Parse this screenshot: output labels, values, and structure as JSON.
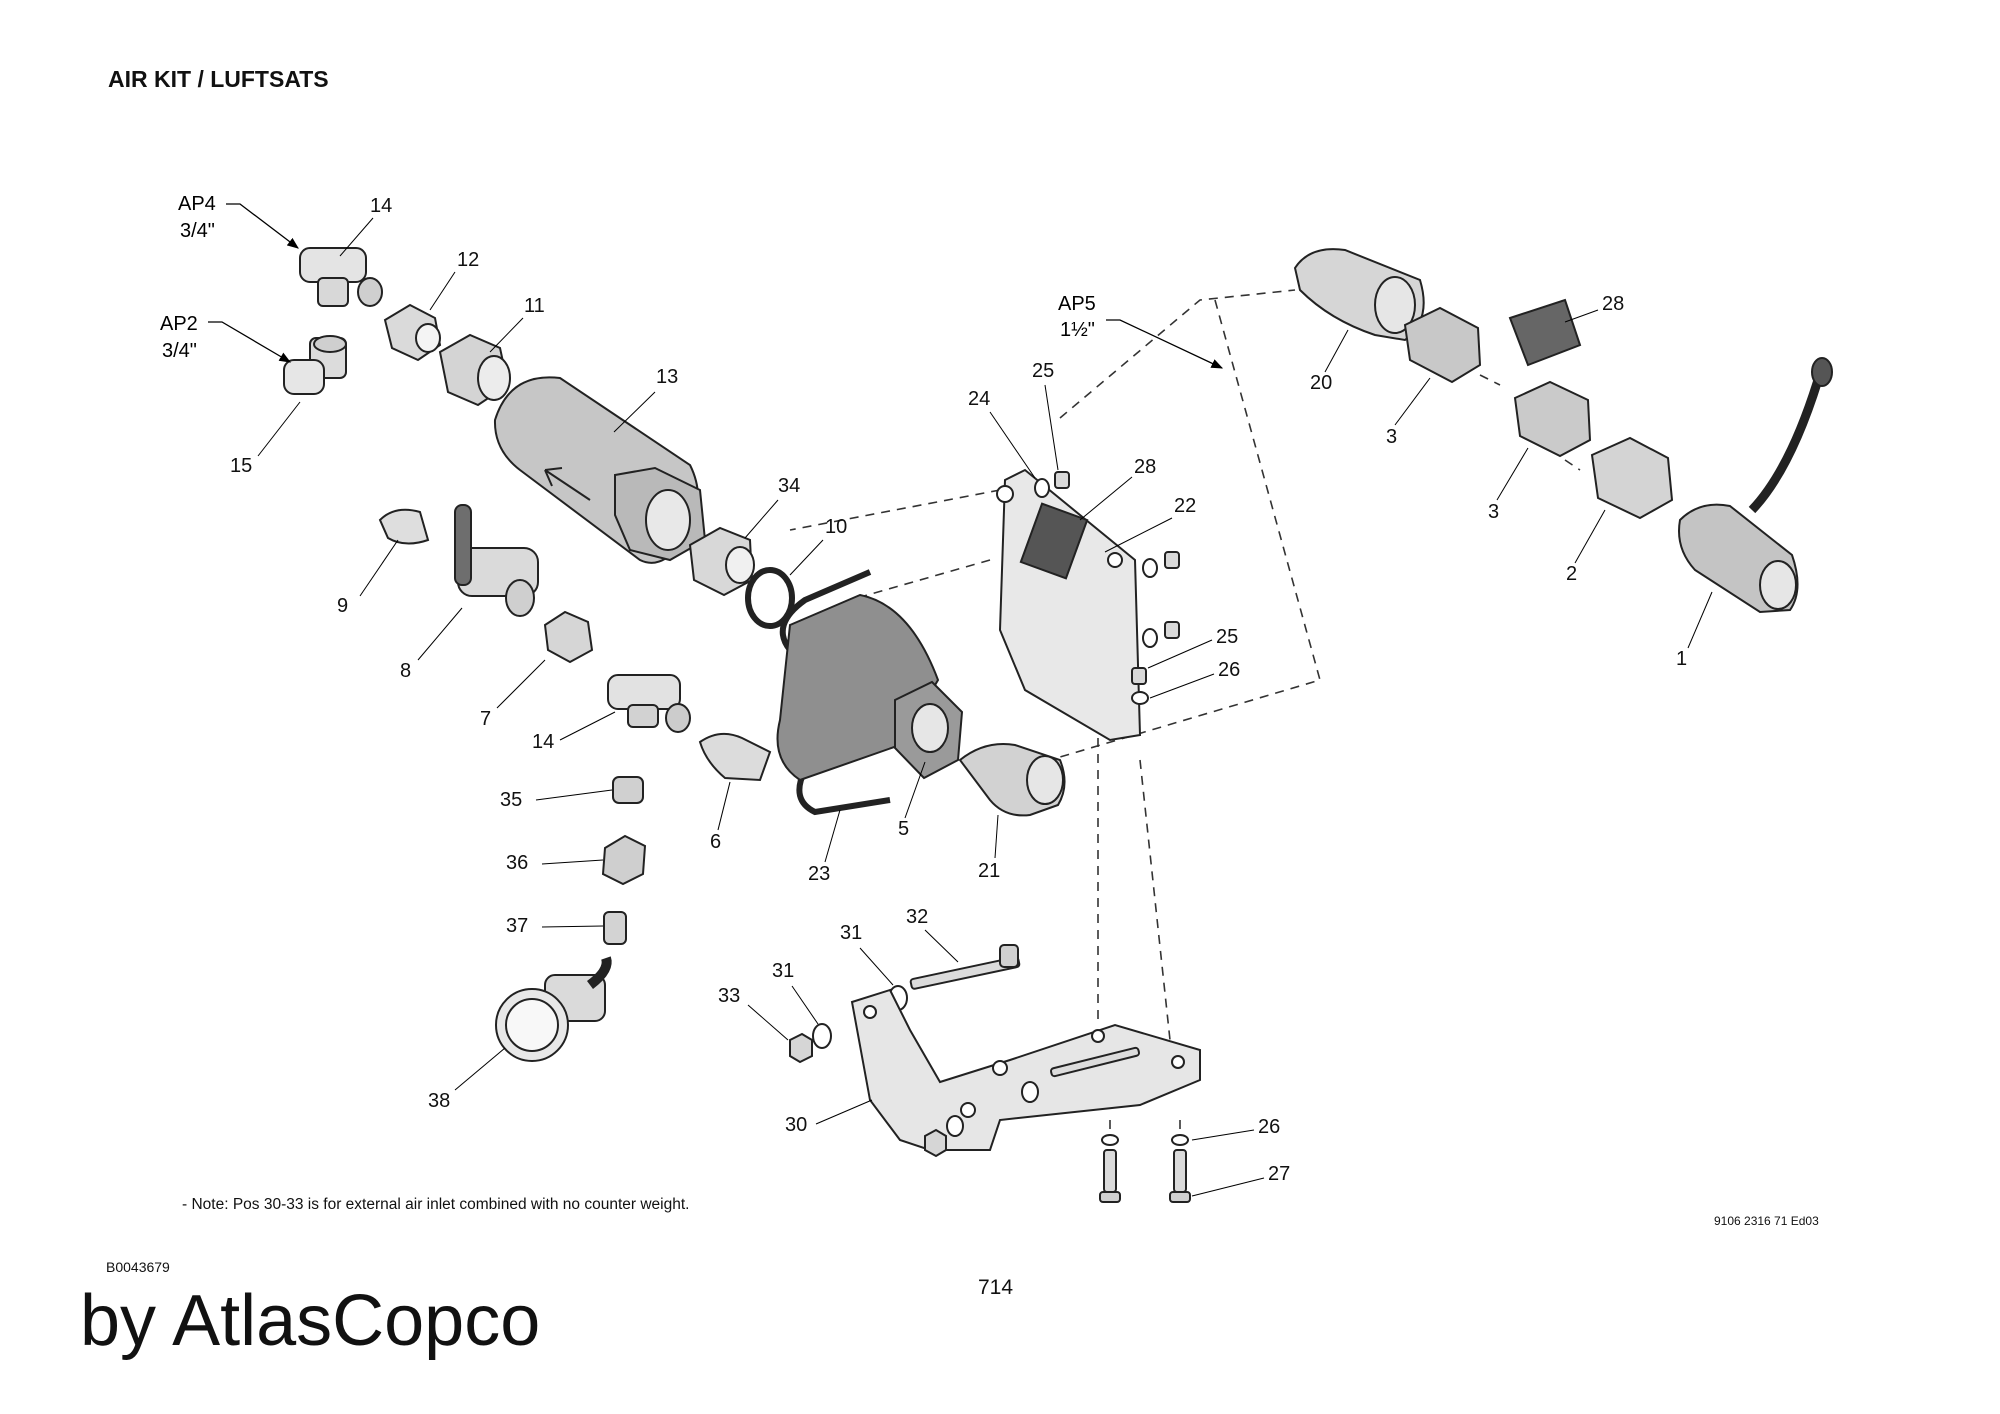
{
  "header": {
    "title": "AIR KIT / LUFTSATS"
  },
  "footer": {
    "note": "- Note: Pos 30-33 is for external air inlet combined with no counter weight.",
    "drawing_number": "9106 2316 71 Ed03",
    "document_id": "B0043679",
    "page_number": "714",
    "brand": "by AtlasCopco"
  },
  "air_points": [
    {
      "id": "ap4",
      "name": "AP4",
      "size": "3/4\""
    },
    {
      "id": "ap2",
      "name": "AP2",
      "size": "3/4\""
    },
    {
      "id": "ap5",
      "name": "AP5",
      "size": "1½\""
    }
  ],
  "callouts": [
    {
      "key": "c14a",
      "num": "14"
    },
    {
      "key": "c12",
      "num": "12"
    },
    {
      "key": "c11",
      "num": "11"
    },
    {
      "key": "c15",
      "num": "15"
    },
    {
      "key": "c13",
      "num": "13"
    },
    {
      "key": "c34",
      "num": "34"
    },
    {
      "key": "c10",
      "num": "10"
    },
    {
      "key": "c9",
      "num": "9"
    },
    {
      "key": "c8",
      "num": "8"
    },
    {
      "key": "c7",
      "num": "7"
    },
    {
      "key": "c14b",
      "num": "14"
    },
    {
      "key": "c35",
      "num": "35"
    },
    {
      "key": "c36",
      "num": "36"
    },
    {
      "key": "c37",
      "num": "37"
    },
    {
      "key": "c38",
      "num": "38"
    },
    {
      "key": "c6",
      "num": "6"
    },
    {
      "key": "c23",
      "num": "23"
    },
    {
      "key": "c5",
      "num": "5"
    },
    {
      "key": "c21",
      "num": "21"
    },
    {
      "key": "c24",
      "num": "24"
    },
    {
      "key": "c25a",
      "num": "25"
    },
    {
      "key": "c28a",
      "num": "28"
    },
    {
      "key": "c22",
      "num": "22"
    },
    {
      "key": "c25b",
      "num": "25"
    },
    {
      "key": "c26a",
      "num": "26"
    },
    {
      "key": "c20",
      "num": "20"
    },
    {
      "key": "c3a",
      "num": "3"
    },
    {
      "key": "c28b",
      "num": "28"
    },
    {
      "key": "c3b",
      "num": "3"
    },
    {
      "key": "c2",
      "num": "2"
    },
    {
      "key": "c1",
      "num": "1"
    },
    {
      "key": "c32",
      "num": "32"
    },
    {
      "key": "c31a",
      "num": "31"
    },
    {
      "key": "c31b",
      "num": "31"
    },
    {
      "key": "c33",
      "num": "33"
    },
    {
      "key": "c30",
      "num": "30"
    },
    {
      "key": "c26b",
      "num": "26"
    },
    {
      "key": "c27",
      "num": "27"
    }
  ]
}
